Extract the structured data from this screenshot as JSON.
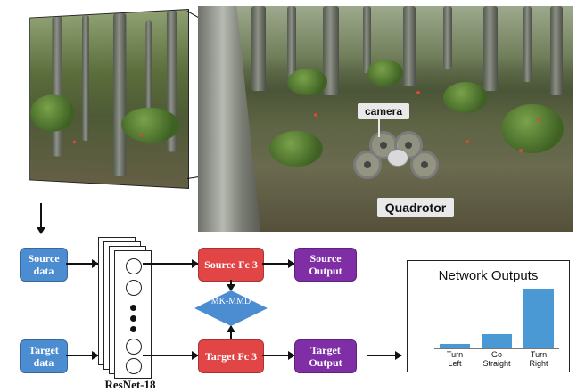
{
  "scene": {
    "camera_label": "camera",
    "quadrotor_label": "Quadrotor"
  },
  "flow": {
    "source_data": "Source data",
    "target_data": "Target data",
    "resnet_label": "ResNet-18",
    "source_fc": "Source Fc 3",
    "target_fc": "Target Fc 3",
    "source_output": "Source Output",
    "target_output": "Target Output",
    "mmd_label": "MK-MMD"
  },
  "chart_data": {
    "type": "bar",
    "title": "Network Outputs",
    "categories": [
      "Turn Left",
      "Go Straight",
      "Turn Right"
    ],
    "values": [
      0.05,
      0.17,
      0.7
    ],
    "ylim": [
      0,
      0.75
    ],
    "xlabel": "",
    "ylabel": "",
    "colors": [
      "#4a98d4"
    ]
  }
}
